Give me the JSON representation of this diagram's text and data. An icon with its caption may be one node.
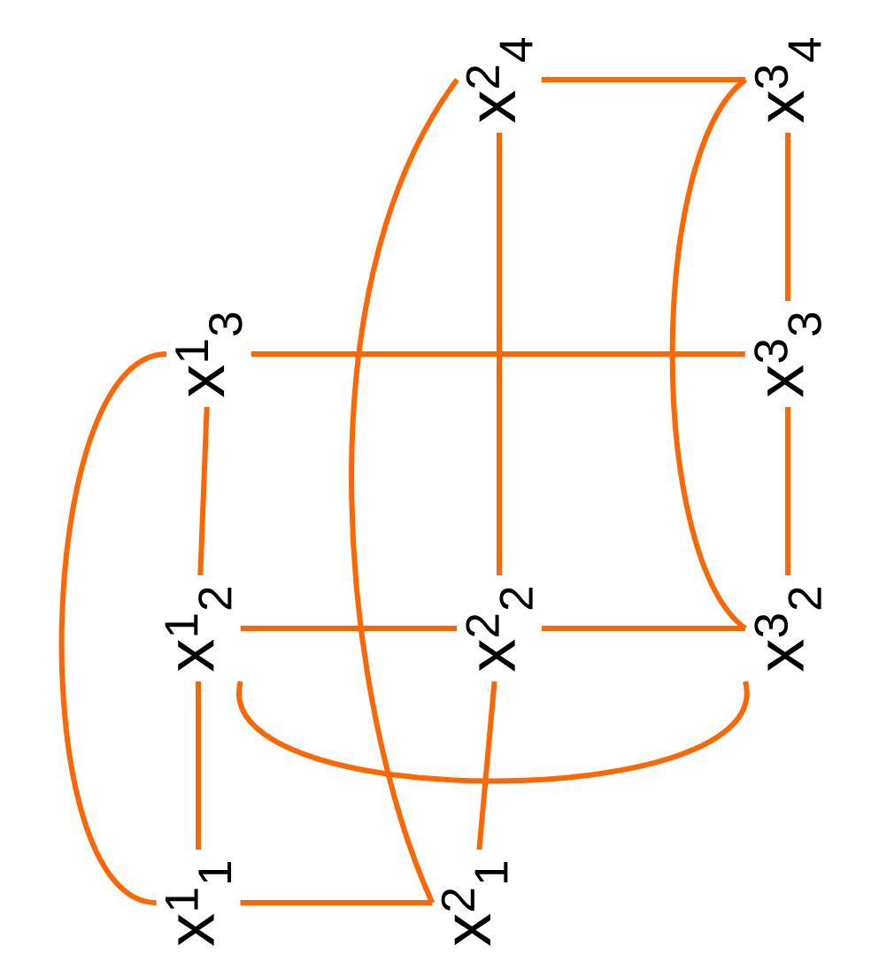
{
  "diagram": {
    "nodes": [
      {
        "text": [
          "x$^{1}$$_{1}$"
        ]
      },
      {
        "text": [
          "x$^{1}$$_{2}$"
        ]
      },
      {
        "text": [
          "x$^{1}$$_{3}$"
        ]
      },
      {
        "text": [
          "x$^{2}$$_{1}$"
        ]
      },
      {
        "text": [
          "x$^{2}$$_{2}$"
        ]
      },
      {
        "text": [
          "x$^{2}$$_{4}$"
        ]
      },
      {
        "text": [
          "x$^{3}$$_{2}$"
        ]
      },
      {
        "text": [
          "x$^{3}$$_{3}$"
        ]
      },
      {
        "text": [
          "x$^{3}$$_{4}$"
        ]
      }
    ],
    "edges": [
      {
        "from": 0,
        "to": 1,
        "arrow": "none"
      },
      {
        "from": 1,
        "to": 2,
        "arrow": "none"
      },
      {
        "from": 2,
        "to": 0,
        "arrow": "none"
      },
      {
        "from": 0,
        "to": 3,
        "arrow": "none"
      },
      {
        "from": 1,
        "to": 4,
        "arrow": "none"
      },
      {
        "from": 4,
        "to": 6,
        "arrow": "none"
      },
      {
        "from": 2,
        "to": 7,
        "arrow": "none"
      },
      {
        "from": 5,
        "to": 4,
        "arrow": "none"
      },
      {
        "from": 4,
        "to": 3,
        "arrow": "none"
      },
      {
        "from": 5,
        "to": 8,
        "arrow": "none"
      },
      {
        "from": 8,
        "to": 7,
        "arrow": "none"
      },
      {
        "from": 7,
        "to": 6,
        "arrow": "none"
      },
      {
        "from": 5,
        "to": 3,
        "arrow": "none"
      },
      {
        "from": 8,
        "to": 6,
        "arrow": "none"
      },
      {
        "from": 1,
        "to": 6,
        "arrow": "none"
      }
    ]
  }
}
